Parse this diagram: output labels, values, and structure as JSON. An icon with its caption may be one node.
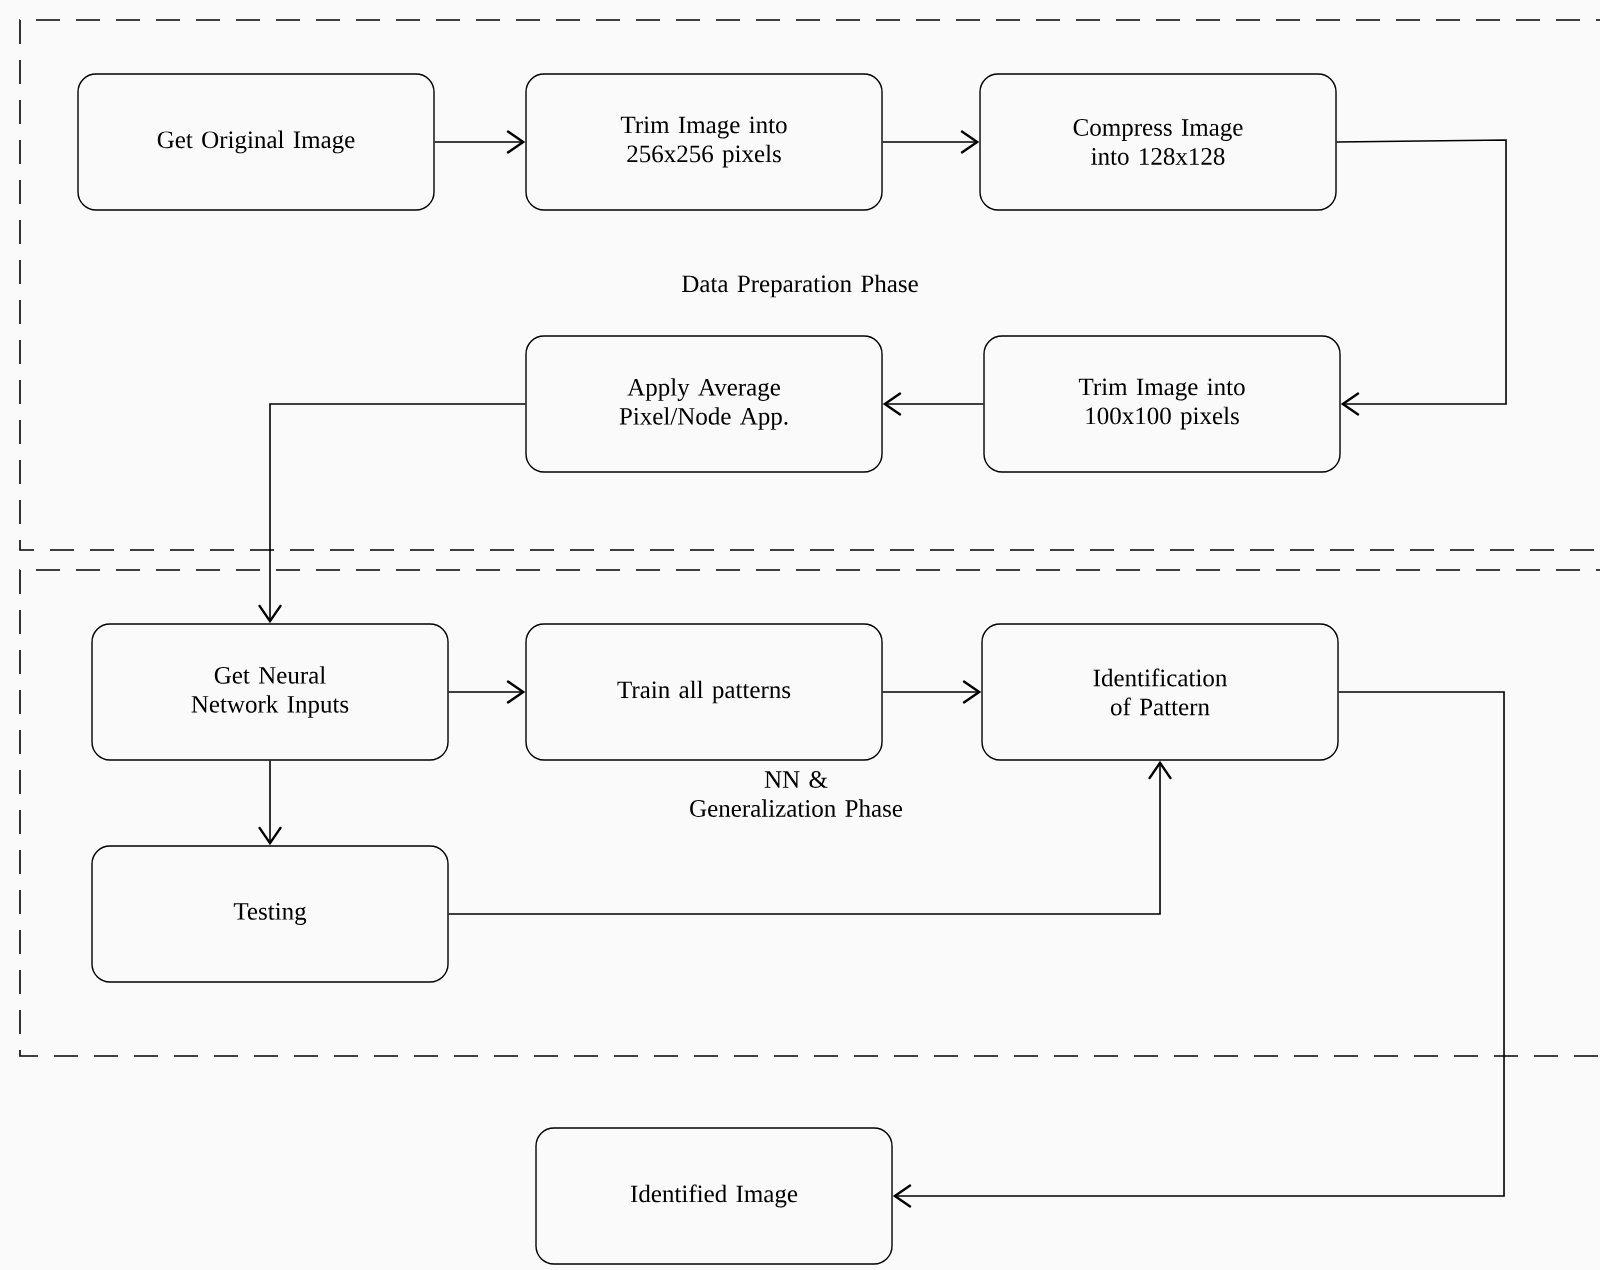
{
  "diagram": {
    "nodes": [
      {
        "text": [
          "Data Preparation Phase"
        ]
      },
      {
        "text": [
          "Get Original Image"
        ],
        "in": 0
      },
      {
        "text": [
          "Trim Image into 256x256 pixels"
        ],
        "in": 0
      },
      {
        "text": [
          "Compress Image into 128x128"
        ],
        "in": 0
      },
      {
        "text": [
          "Apply Average Pixel/Node App."
        ],
        "in": 0
      },
      {
        "text": [
          "Trim Image into 100x100 pixels"
        ],
        "in": 0
      },
      {
        "text": [
          "NN & Generalization Phase"
        ]
      },
      {
        "text": [
          "Get Neural Network Inputs"
        ],
        "in": 6
      },
      {
        "text": [
          "Train all patterns"
        ],
        "in": 6
      },
      {
        "text": [
          "Identification of Pattern"
        ],
        "in": 6
      },
      {
        "text": [
          "Testing"
        ],
        "in": 6
      },
      {
        "text": [
          "Identified Image"
        ]
      }
    ],
    "edges": [
      {
        "from": 1,
        "to": 2,
        "arrow": "to"
      },
      {
        "from": 2,
        "to": 3,
        "arrow": "to"
      },
      {
        "from": 3,
        "to": 5,
        "arrow": "to"
      },
      {
        "from": 5,
        "to": 4,
        "arrow": "to"
      },
      {
        "from": 4,
        "to": 7,
        "arrow": "to"
      },
      {
        "from": 7,
        "to": 8,
        "arrow": "to"
      },
      {
        "from": 8,
        "to": 9,
        "arrow": "to"
      },
      {
        "from": 7,
        "to": 10,
        "arrow": "to"
      },
      {
        "from": 10,
        "to": 9,
        "arrow": "to"
      },
      {
        "from": 9,
        "to": 11,
        "arrow": "to"
      }
    ]
  }
}
